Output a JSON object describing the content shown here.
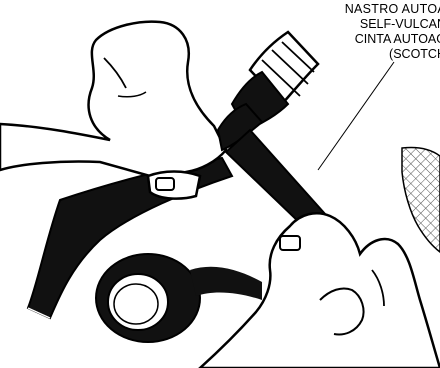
{
  "callout": {
    "lines": [
      "NASTRO   AUTOA",
      "SELF-VULCAN",
      "CINTA AUTOAG",
      "(SCOTCH"
    ]
  },
  "figure": {
    "subject-icons": [
      "left-hand-icon",
      "right-hand-icon",
      "tape-roll-icon",
      "cable-icon",
      "wire-connector-icon",
      "patterned-tape-strip-icon"
    ]
  }
}
